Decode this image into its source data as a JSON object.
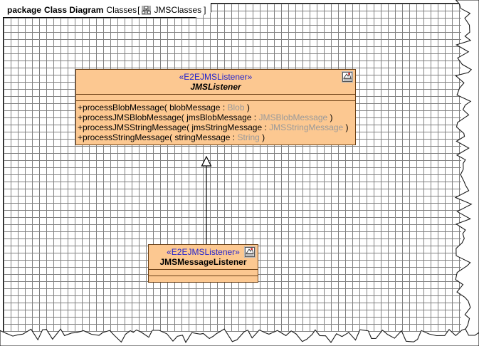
{
  "frame": {
    "keyword": "package",
    "type_label": "Class Diagram",
    "target_name": "Classes",
    "bracket_open": "[",
    "bracket_close": "]",
    "diagram_name": "JMSClasses",
    "tab_icon": "class-diagram-icon",
    "background_color": "#ffffff",
    "border_color": "#000000",
    "grid_dot_color": "#9a9a9a"
  },
  "style": {
    "class_fill": "#fcc891",
    "class_border": "#6b3f14",
    "stereotype_color": "#2424cc",
    "type_color": "#9a9a9a",
    "text_color": "#000000"
  },
  "classes": [
    {
      "id": "jmslistener",
      "stereotype": "«E2EJMSListener»",
      "name": "JMSListener",
      "is_abstract": true,
      "icon": "stereotype-badge-icon",
      "attributes": [],
      "operations": [
        {
          "visibility": "+",
          "name": "processBlobMessage",
          "open": "( ",
          "param": "blobMessage",
          "colon": " : ",
          "type": "Blob",
          "close": " )"
        },
        {
          "visibility": "+",
          "name": "processJMSBlobMessage",
          "open": "( ",
          "param": "jmsBlobMessage",
          "colon": " : ",
          "type": "JMSBlobMessage",
          "close": " )"
        },
        {
          "visibility": "+",
          "name": "processJMSStringMessage",
          "open": "( ",
          "param": "jmsStringMessage",
          "colon": " : ",
          "type": "JMSStringMessage",
          "close": " )"
        },
        {
          "visibility": "+",
          "name": "processStringMessage",
          "open": "( ",
          "param": "stringMessage",
          "colon": " : ",
          "type": "String",
          "close": " )"
        }
      ]
    },
    {
      "id": "jmsmessagelistener",
      "stereotype": "«E2EJMSListener»",
      "name": "JMSMessageListener",
      "is_abstract": false,
      "icon": "stereotype-badge-icon",
      "attributes": [],
      "operations": []
    }
  ],
  "relationships": [
    {
      "id": "gen-1",
      "kind": "generalization",
      "source": "JMSMessageListener",
      "target": "JMSListener",
      "arrow": "hollow-triangle"
    }
  ]
}
